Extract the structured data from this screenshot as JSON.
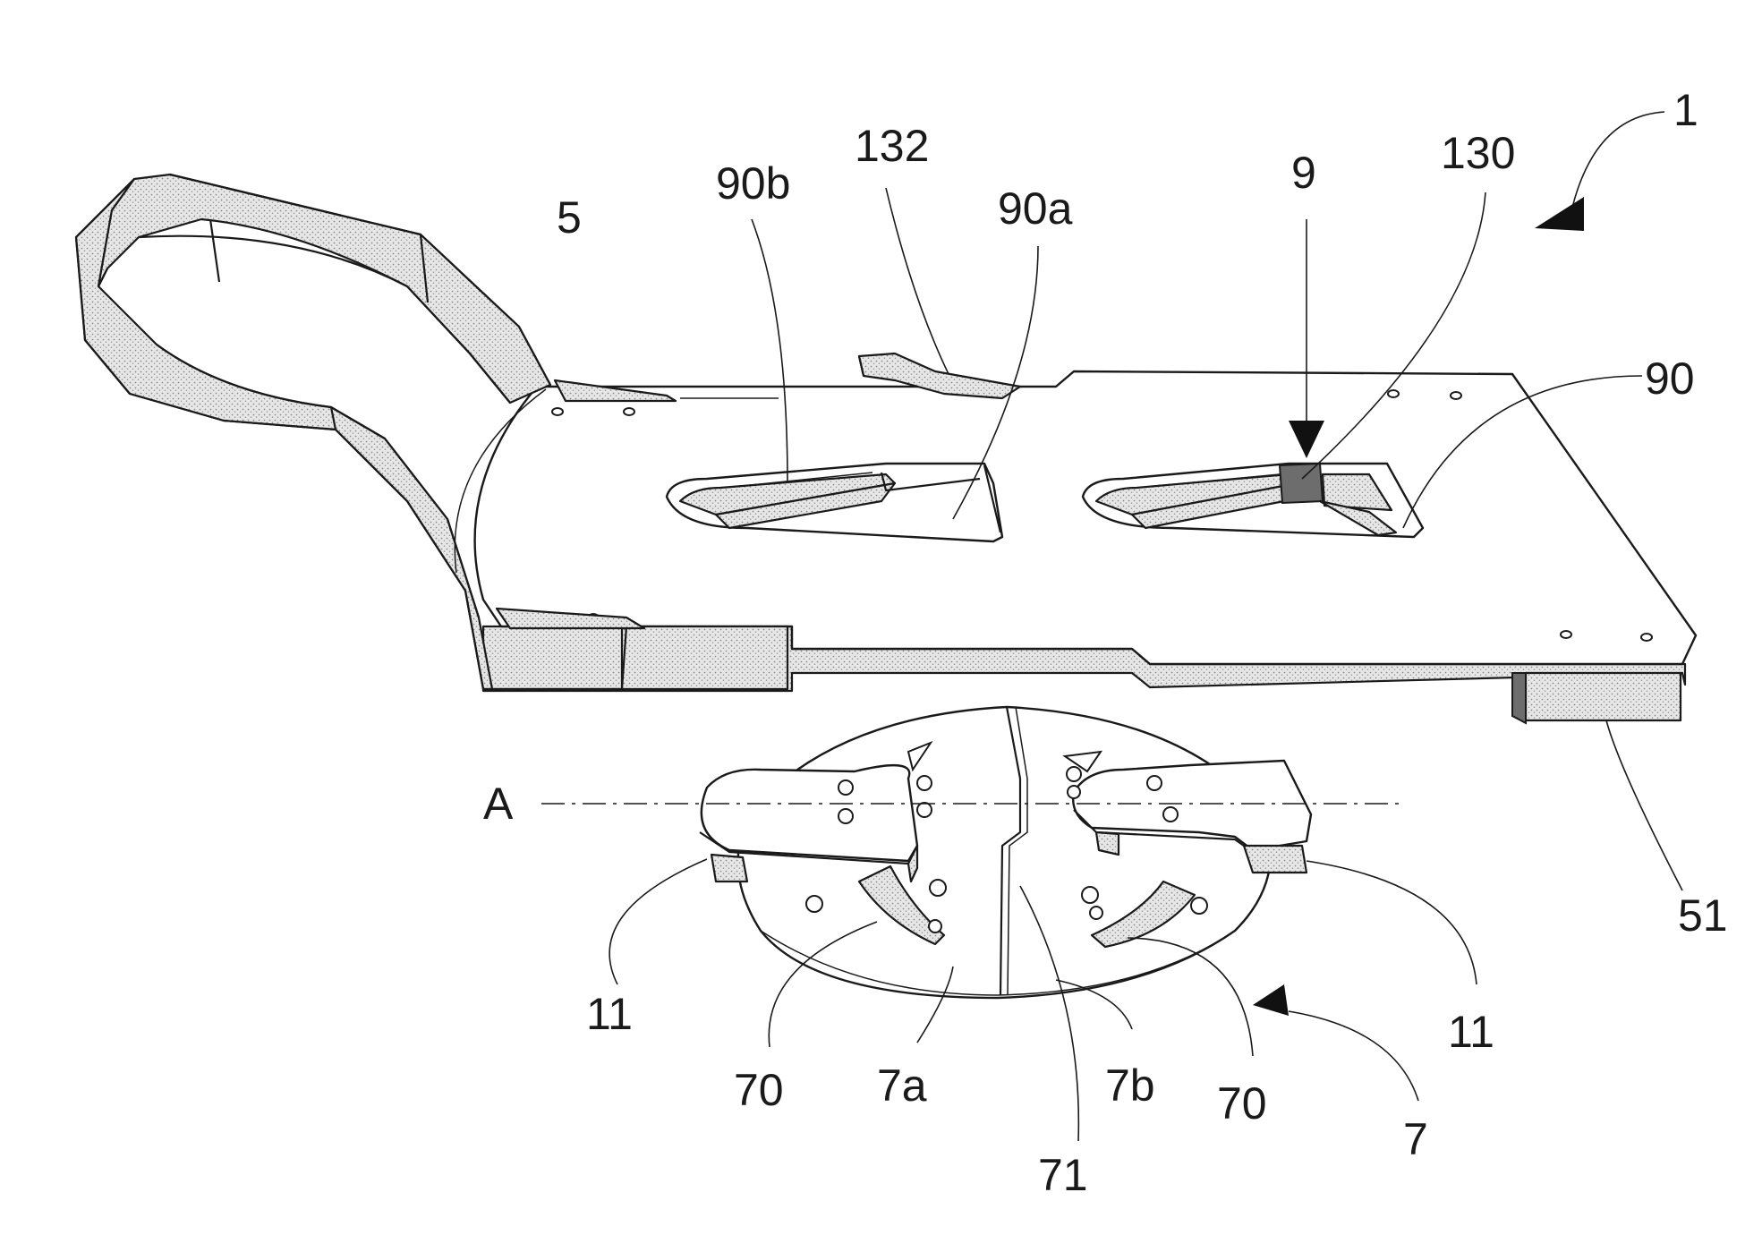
{
  "figure": {
    "reference_labels": {
      "device": "1",
      "plate": "5",
      "foot": "51",
      "disc": "7",
      "disc_half_a": "7a",
      "disc_half_b": "7b",
      "slot": "70",
      "split_line": "71",
      "guide": "9",
      "guide_track": "90",
      "track_part_a": "90a",
      "track_part_b": "90b",
      "pawl_left": "11",
      "pawl_right": "11",
      "detent_130": "130",
      "tab_132": "132",
      "axis": "A"
    }
  }
}
